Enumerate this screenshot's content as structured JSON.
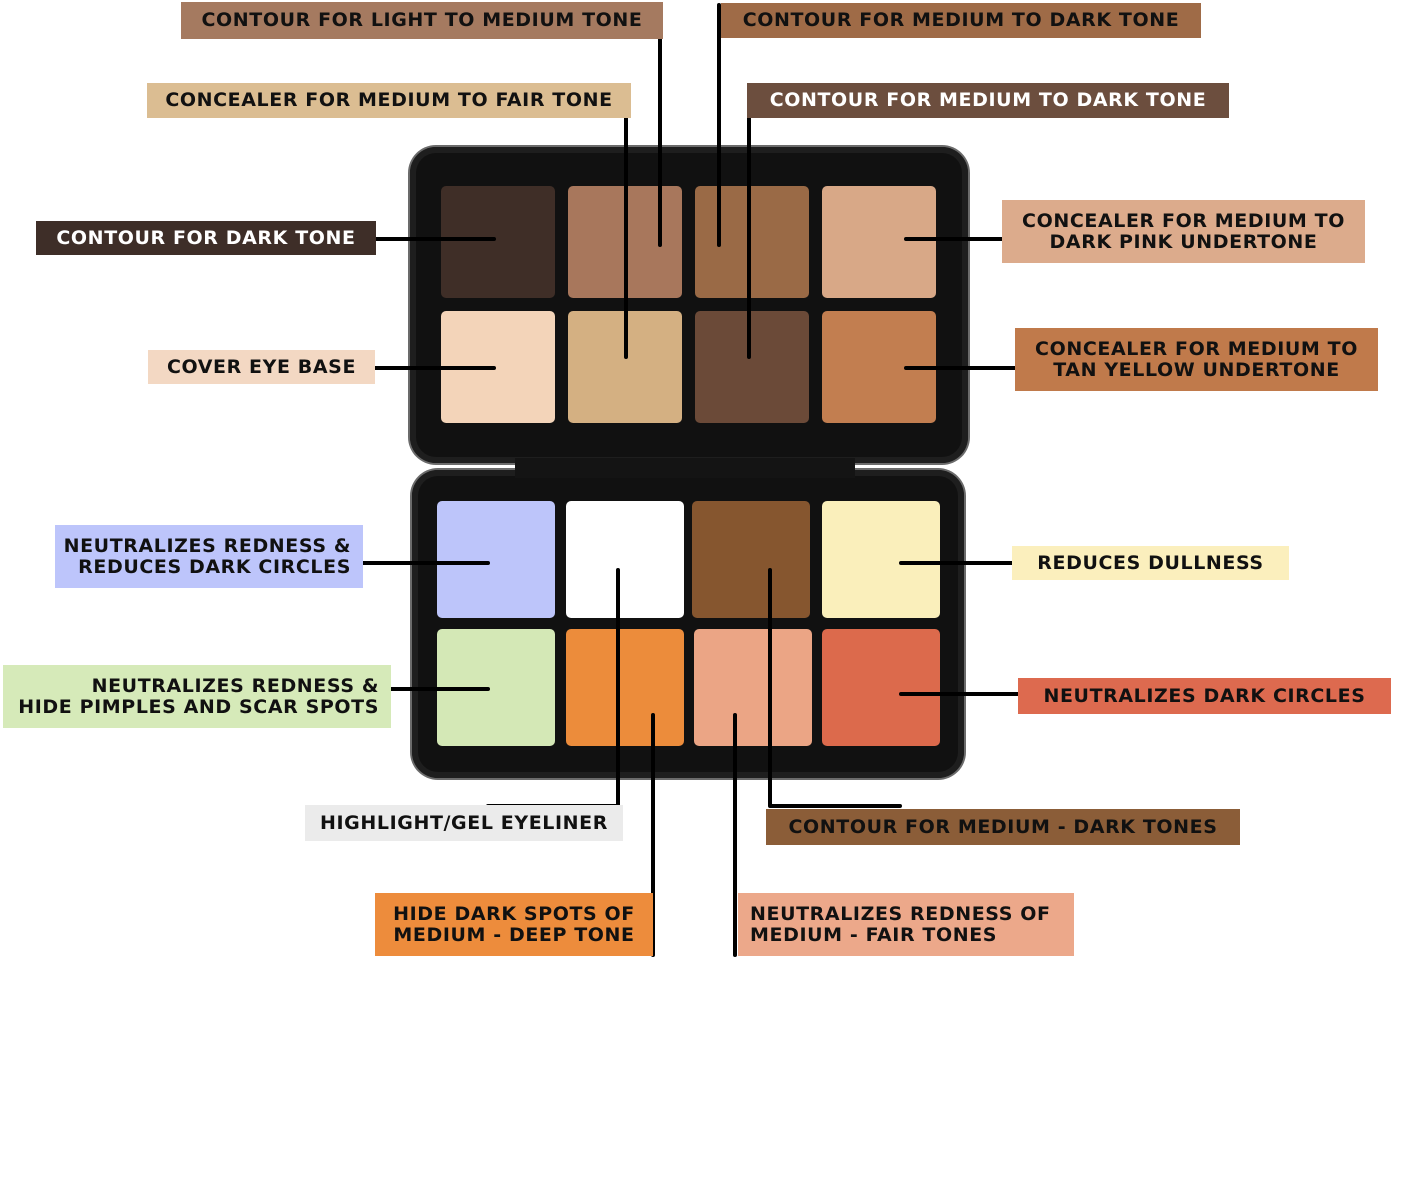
{
  "colors": {
    "background": "#ffffff",
    "case": "#111111",
    "leader_line": "#000000"
  },
  "pans": {
    "top_row_1": [
      "#3f2e27",
      "#a8775c",
      "#9a6a46",
      "#d8a887"
    ],
    "top_row_2": [
      "#f3d4b9",
      "#d4b082",
      "#6b4a38",
      "#c27e50"
    ],
    "bottom_row_1": [
      "#bdc5fa",
      "#ffffff",
      "#86562f",
      "#faefbb"
    ],
    "bottom_row_2": [
      "#d4e8b6",
      "#ec8c3b",
      "#eba585",
      "#dc6a4c"
    ]
  },
  "labels": [
    {
      "id": "contour-light-medium",
      "lines": [
        "CONTOUR FOR LIGHT TO MEDIUM TONE"
      ],
      "bg": "#a57a60",
      "fg": "#111111"
    },
    {
      "id": "contour-medium-dark-1",
      "lines": [
        "CONTOUR FOR MEDIUM TO DARK TONE"
      ],
      "bg": "#9f6b47",
      "fg": "#111111"
    },
    {
      "id": "concealer-medium-fair",
      "lines": [
        "CONCEALER FOR MEDIUM TO FAIR TONE"
      ],
      "bg": "#dbbd92",
      "fg": "#111111"
    },
    {
      "id": "contour-medium-dark-2",
      "lines": [
        "CONTOUR FOR MEDIUM TO DARK TONE"
      ],
      "bg": "#6c4e3e",
      "fg": "#ffffff"
    },
    {
      "id": "contour-dark",
      "lines": [
        "CONTOUR FOR DARK TONE"
      ],
      "bg": "#3e2e28",
      "fg": "#ffffff"
    },
    {
      "id": "concealer-pink",
      "lines": [
        "CONCEALER FOR MEDIUM TO",
        "DARK PINK UNDERTONE"
      ],
      "bg": "#dcab8c",
      "fg": "#111111"
    },
    {
      "id": "cover-eye-base",
      "lines": [
        "COVER EYE BASE"
      ],
      "bg": "#f3d8c3",
      "fg": "#111111"
    },
    {
      "id": "concealer-yellow",
      "lines": [
        "CONCEALER FOR MEDIUM TO",
        "TAN YELLOW UNDERTONE"
      ],
      "bg": "#c07a4b",
      "fg": "#111111"
    },
    {
      "id": "neutralize-redness-circles",
      "lines": [
        "NEUTRALIZES REDNESS &",
        "REDUCES DARK CIRCLES"
      ],
      "bg": "#bdc5fb",
      "fg": "#111111"
    },
    {
      "id": "reduces-dullness",
      "lines": [
        "REDUCES DULLNESS"
      ],
      "bg": "#fbefbd",
      "fg": "#111111"
    },
    {
      "id": "neutralize-redness-pimples",
      "lines": [
        "NEUTRALIZES REDNESS &",
        "HIDE PIMPLES AND SCAR SPOTS"
      ],
      "bg": "#d6eab9",
      "fg": "#111111"
    },
    {
      "id": "neutralize-dark-circles",
      "lines": [
        "NEUTRALIZES DARK CIRCLES"
      ],
      "bg": "#dd6a4f",
      "fg": "#111111"
    },
    {
      "id": "highlight-eyeliner",
      "lines": [
        "HIGHLIGHT/GEL EYELINER"
      ],
      "bg": "#ebebeb",
      "fg": "#111111"
    },
    {
      "id": "contour-medium-dark-tones",
      "lines": [
        "CONTOUR FOR MEDIUM - DARK TONES"
      ],
      "bg": "#8b5d38",
      "fg": "#111111"
    },
    {
      "id": "hide-dark-spots",
      "lines": [
        "HIDE DARK SPOTS OF",
        "MEDIUM - DEEP TONE"
      ],
      "bg": "#ed8c3c",
      "fg": "#111111"
    },
    {
      "id": "neutralize-redness-fair",
      "lines": [
        "NEUTRALIZES REDNESS OF",
        "MEDIUM - FAIR TONES"
      ],
      "bg": "#eca88a",
      "fg": "#111111"
    }
  ]
}
